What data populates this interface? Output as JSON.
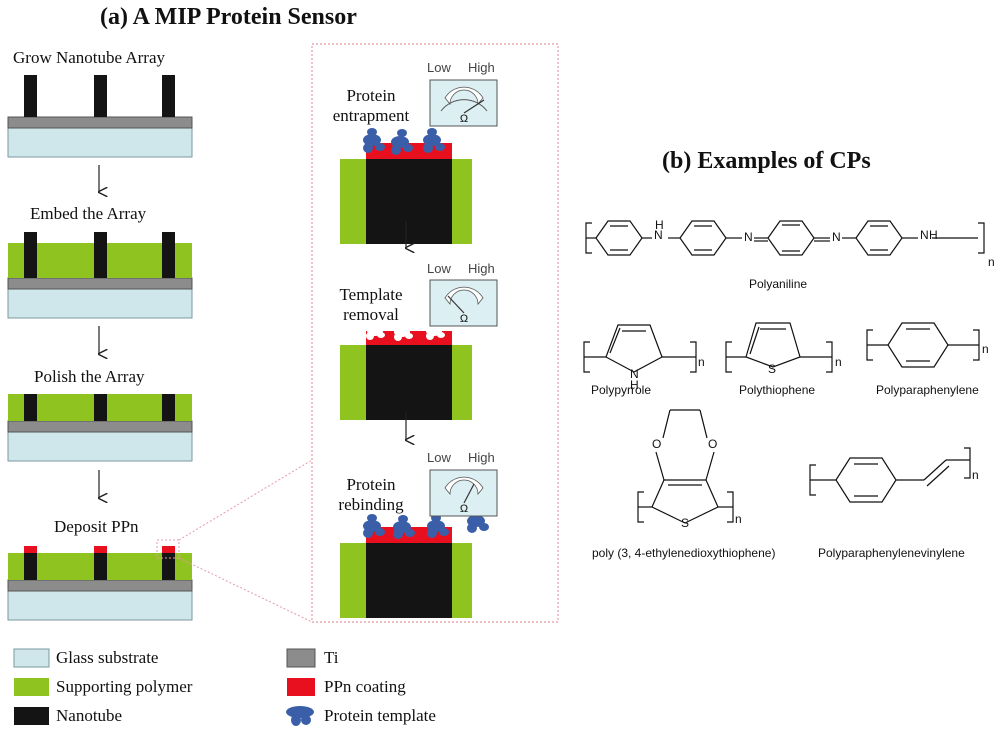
{
  "panel_a": {
    "title": "(a)  A MIP Protein Sensor",
    "steps": [
      "Grow Nanotube Array",
      "Embed the Array",
      "Polish the Array",
      "Deposit PPn"
    ],
    "zoom_states": [
      {
        "label_line1": "Protein",
        "label_line2": "entrapment",
        "meter_low": "Low",
        "meter_high": "High",
        "meter_symbol": "Ω"
      },
      {
        "label_line1": "Template",
        "label_line2": "removal",
        "meter_low": "Low",
        "meter_high": "High",
        "meter_symbol": "Ω"
      },
      {
        "label_line1": "Protein",
        "label_line2": "rebinding",
        "meter_low": "Low",
        "meter_high": "High",
        "meter_symbol": "Ω"
      }
    ]
  },
  "legend": {
    "items": [
      {
        "label": "Glass substrate",
        "color": "#cfe6ea"
      },
      {
        "label": "Supporting polymer",
        "color": "#8fc31f"
      },
      {
        "label": "Nanotube",
        "color": "#141414"
      },
      {
        "label": "Ti",
        "color": "#8c8c8c"
      },
      {
        "label": "PPn coating",
        "color": "#e8101f"
      },
      {
        "label": "Protein template",
        "color": "#3a5fa8"
      }
    ]
  },
  "panel_b": {
    "title": "(b)  Examples of CPs",
    "polymers": [
      "Polyaniline",
      "Polypyrrole",
      "Polythiophene",
      "Polyparaphenylene",
      "poly (3, 4-ethylenedioxythiophene)",
      "Polyparaphenylenevinylene"
    ],
    "atoms": {
      "N": "N",
      "H": "H",
      "S": "S",
      "O": "O",
      "n": "n"
    }
  },
  "colors": {
    "glass": "#cfe6ea",
    "polymer": "#8fc31f",
    "nanotube": "#141414",
    "ti": "#8c8c8c",
    "ppn": "#e8101f",
    "protein": "#3a5fa8",
    "zoom_border": "#e89aa8",
    "meter_bg": "#dceff2"
  }
}
